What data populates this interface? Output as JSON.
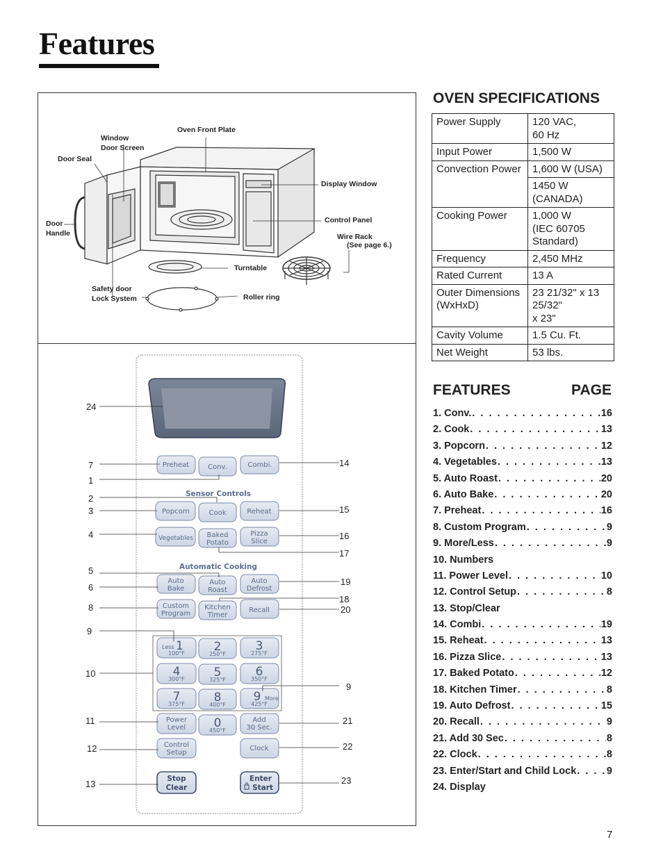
{
  "page": {
    "title": "Features",
    "page_number": "7"
  },
  "diagram": {
    "labels": {
      "oven_front_plate": "Oven Front Plate",
      "window": "Window",
      "door_screen": "Door Screen",
      "door_seal": "Door Seal",
      "display_window": "Display Window",
      "door": "Door",
      "handle": "Handle",
      "control_panel": "Control Panel",
      "wire_rack": "Wire Rack",
      "wire_rack_ref": "(See page 6.)",
      "turntable": "Turntable",
      "safety_door": "Safety door",
      "lock_system": "Lock System",
      "roller_ring": "Roller ring"
    }
  },
  "control_panel": {
    "sections": {
      "sensor": "Sensor Controls",
      "automatic": "Automatic Cooking"
    },
    "buttons": {
      "preheat": "Preheat",
      "conv": "Conv.",
      "combi": "Combi.",
      "popcorn": "Popcorn",
      "cook": "Cook",
      "reheat": "Reheat",
      "vegetables": "Vegetables",
      "baked_potato_1": "Baked",
      "baked_potato_2": "Potato",
      "pizza_slice_1": "Pizza",
      "pizza_slice_2": "Slice",
      "auto_bake_1": "Auto",
      "auto_bake_2": "Bake",
      "auto_roast_1": "Auto",
      "auto_roast_2": "Roast",
      "auto_defrost_1": "Auto",
      "auto_defrost_2": "Defrost",
      "custom_program_1": "Custom",
      "custom_program_2": "Program",
      "kitchen_timer_1": "Kitchen",
      "kitchen_timer_2": "Timer",
      "recall": "Recall",
      "power_level_1": "Power",
      "power_level_2": "Level",
      "add30_1": "Add",
      "add30_2": "30 Sec.",
      "control_setup_1": "Control",
      "control_setup_2": "Setup",
      "clock": "Clock",
      "stop": "Stop",
      "clear": "Clear",
      "enter": "Enter",
      "start": "Start"
    },
    "keypad": [
      {
        "digit": "1",
        "temp": "100°F",
        "extra": "Less"
      },
      {
        "digit": "2",
        "temp": "250°F",
        "extra": ""
      },
      {
        "digit": "3",
        "temp": "275°F",
        "extra": ""
      },
      {
        "digit": "4",
        "temp": "300°F",
        "extra": ""
      },
      {
        "digit": "5",
        "temp": "325°F",
        "extra": ""
      },
      {
        "digit": "6",
        "temp": "350°F",
        "extra": ""
      },
      {
        "digit": "7",
        "temp": "375°F",
        "extra": ""
      },
      {
        "digit": "8",
        "temp": "400°F",
        "extra": ""
      },
      {
        "digit": "9",
        "temp": "425°F",
        "extra": "More"
      },
      {
        "digit": "0",
        "temp": "450°F",
        "extra": ""
      }
    ],
    "callouts": {
      "n24": "24",
      "n7": "7",
      "n1": "1",
      "n14": "14",
      "n2": "2",
      "n3": "3",
      "n15": "15",
      "n4": "4",
      "n16": "16",
      "n17": "17",
      "n5": "5",
      "n6": "6",
      "n19": "19",
      "n18": "18",
      "n8": "8",
      "n20": "20",
      "n9a": "9",
      "n10": "10",
      "n9b": "9",
      "n11": "11",
      "n21": "21",
      "n12": "12",
      "n22": "22",
      "n13": "13",
      "n23": "23"
    }
  },
  "oven_specifications": {
    "heading": "OVEN SPECIFICATIONS",
    "rows": [
      {
        "key": "Power Supply",
        "value": "120 VAC,\n60 Hz"
      },
      {
        "key": "Input Power",
        "value": "1,500 W"
      },
      {
        "key": "Convection Power",
        "value": "1,600 W (USA)"
      },
      {
        "key": "",
        "value": "1450 W\n(CANADA)"
      },
      {
        "key": "Cooking Power",
        "value": "1,000 W\n(IEC 60705\nStandard)"
      },
      {
        "key": "Frequency",
        "value": "2,450 MHz"
      },
      {
        "key": "Rated Current",
        "value": "13 A"
      },
      {
        "key": "Outer Dimensions\n(WxHxD)",
        "value": "23 21/32\" x 13 25/32\"\nx 23\""
      },
      {
        "key": "Cavity Volume",
        "value": "1.5 Cu. Ft."
      },
      {
        "key": "Net Weight",
        "value": "53 lbs."
      }
    ]
  },
  "features": {
    "heading": "FEATURES",
    "page_heading": "PAGE",
    "items": [
      {
        "name": "1. Conv.",
        "page": "16"
      },
      {
        "name": "2. Cook",
        "page": "13"
      },
      {
        "name": "3. Popcorn",
        "page": "12"
      },
      {
        "name": "4. Vegetables",
        "page": "13"
      },
      {
        "name": "5. Auto Roast",
        "page": "20"
      },
      {
        "name": "6. Auto Bake",
        "page": "20"
      },
      {
        "name": "7. Preheat",
        "page": "16"
      },
      {
        "name": "8. Custom Program",
        "page": "9"
      },
      {
        "name": "9. More/Less",
        "page": "9"
      },
      {
        "name": "10. Numbers",
        "page": ""
      },
      {
        "name": "11. Power Level",
        "page": "10"
      },
      {
        "name": "12. Control Setup",
        "page": "8"
      },
      {
        "name": "13. Stop/Clear",
        "page": ""
      },
      {
        "name": "14. Combi",
        "page": "19"
      },
      {
        "name": "15. Reheat",
        "page": "13"
      },
      {
        "name": "16. Pizza Slice",
        "page": "13"
      },
      {
        "name": "17. Baked Potato",
        "page": "12"
      },
      {
        "name": "18. Kitchen Timer",
        "page": "8"
      },
      {
        "name": "19. Auto Defrost",
        "page": "15"
      },
      {
        "name": "20. Recall",
        "page": "9"
      },
      {
        "name": "21. Add 30 Sec",
        "page": "8"
      },
      {
        "name": "22. Clock",
        "page": "8"
      },
      {
        "name": "23. Enter/Start and Child Lock",
        "page": "9"
      },
      {
        "name": "24. Display",
        "page": ""
      }
    ]
  }
}
